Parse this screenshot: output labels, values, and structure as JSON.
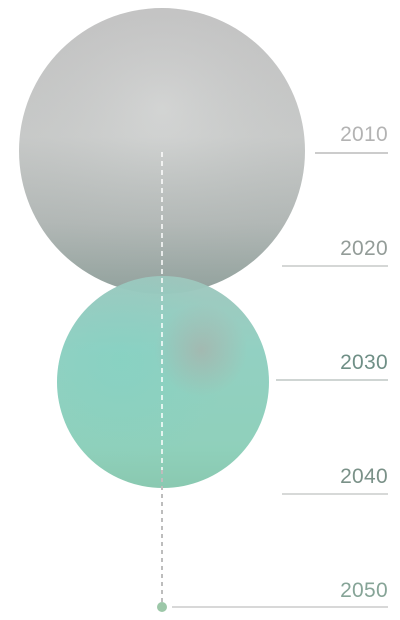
{
  "timeline": {
    "years": [
      "2010",
      "2020",
      "2030",
      "2040",
      "2050"
    ]
  },
  "colors": {
    "grey_sphere": "#c4c6c5",
    "teal_sphere": "#8fcfbf",
    "tick_line": "#d0d0d0",
    "end_dot": "#9cc7a8"
  }
}
